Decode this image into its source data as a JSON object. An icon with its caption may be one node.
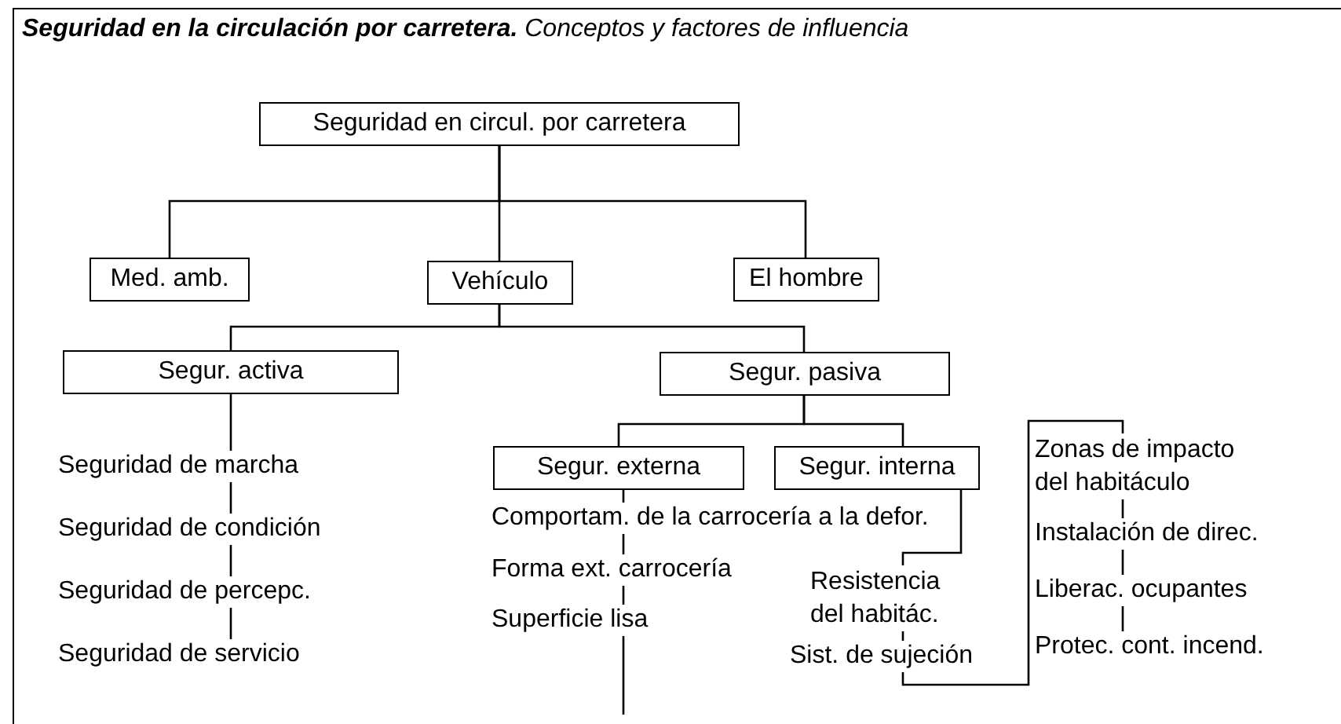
{
  "diagram": {
    "title": "**Seguridad en la circulación por carretera.** Conceptos y factores de influencia",
    "nodes": [
      {
        "text": [
          "Seguridad en circul. por carretera"
        ]
      },
      {
        "text": [
          "Med. amb."
        ]
      },
      {
        "text": [
          "Vehículo"
        ]
      },
      {
        "text": [
          "El hombre"
        ]
      },
      {
        "text": [
          "Segur. activa"
        ]
      },
      {
        "text": [
          "Segur. pasiva"
        ]
      },
      {
        "text": [
          "Segur. externa"
        ]
      },
      {
        "text": [
          "Segur. interna"
        ]
      },
      {
        "text": [
          "Seguridad de marcha"
        ]
      },
      {
        "text": [
          "Seguridad de condición"
        ]
      },
      {
        "text": [
          "Seguridad de percepc."
        ]
      },
      {
        "text": [
          "Seguridad de servicio"
        ]
      },
      {
        "text": [
          "Comportam. de la carrocería a la defor."
        ]
      },
      {
        "text": [
          "Forma ext. carrocería"
        ]
      },
      {
        "text": [
          "Superficie lisa"
        ]
      },
      {
        "text": [
          "Resistencia del habitác."
        ]
      },
      {
        "text": [
          "Sist. de sujeción"
        ]
      },
      {
        "text": [
          "Zonas de impacto del habitáculo"
        ]
      },
      {
        "text": [
          "Instalación de direc."
        ]
      },
      {
        "text": [
          "Liberac. ocupantes"
        ]
      },
      {
        "text": [
          "Protec. cont. incend."
        ]
      }
    ],
    "edges": [
      {
        "from": 0,
        "to": 1,
        "arrow": "none"
      },
      {
        "from": 0,
        "to": 2,
        "arrow": "none"
      },
      {
        "from": 0,
        "to": 3,
        "arrow": "none"
      },
      {
        "from": 2,
        "to": 4,
        "arrow": "none"
      },
      {
        "from": 2,
        "to": 5,
        "arrow": "none"
      },
      {
        "from": 5,
        "to": 6,
        "arrow": "none"
      },
      {
        "from": 5,
        "to": 7,
        "arrow": "none"
      },
      {
        "from": 4,
        "to": 8,
        "arrow": "none"
      },
      {
        "from": 8,
        "to": 9,
        "arrow": "none"
      },
      {
        "from": 9,
        "to": 10,
        "arrow": "none"
      },
      {
        "from": 10,
        "to": 11,
        "arrow": "none"
      },
      {
        "from": 6,
        "to": 12,
        "arrow": "none"
      },
      {
        "from": 12,
        "to": 13,
        "arrow": "none"
      },
      {
        "from": 13,
        "to": 14,
        "arrow": "none"
      },
      {
        "from": 14,
        "to": null,
        "arrow": "none"
      },
      {
        "from": 7,
        "to": 15,
        "arrow": "none"
      },
      {
        "from": 15,
        "to": 16,
        "arrow": "none"
      },
      {
        "from": 16,
        "to": 17,
        "arrow": "none"
      },
      {
        "from": 17,
        "to": 18,
        "arrow": "none"
      },
      {
        "from": 18,
        "to": 19,
        "arrow": "none"
      },
      {
        "from": 19,
        "to": 20,
        "arrow": "none"
      }
    ]
  }
}
